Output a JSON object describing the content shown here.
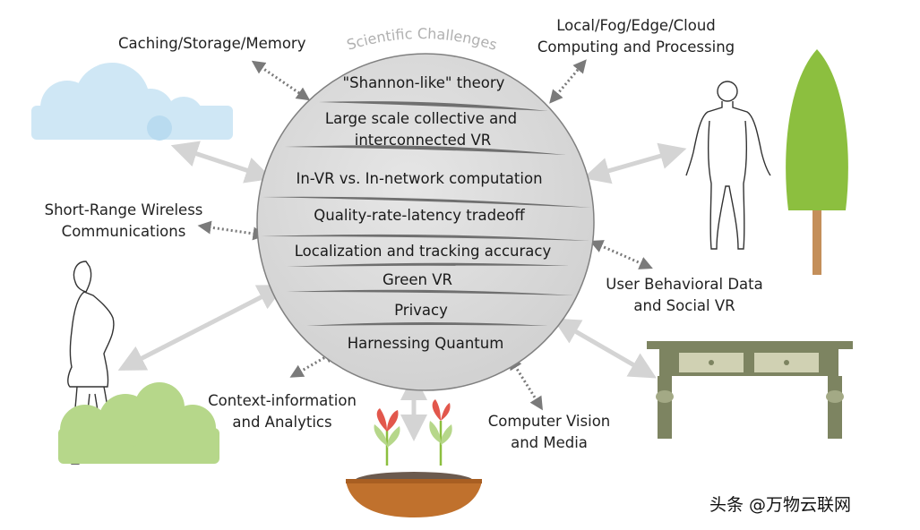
{
  "arc_title": "Scientific Challenges",
  "challenges": [
    "\"Shannon-like\" theory",
    "Large scale collective and",
    "interconnected VR",
    "In-VR vs. In-network computation",
    "Quality-rate-latency tradeoff",
    "Localization and tracking accuracy",
    "Green VR",
    "Privacy",
    "Harnessing Quantum"
  ],
  "labels": {
    "caching": "Caching/Storage/Memory",
    "computing_1": "Local/Fog/Edge/Cloud",
    "computing_2": "Computing and Processing",
    "wireless_1": "Short-Range Wireless",
    "wireless_2": "Communications",
    "behavior_1": "User Behavioral Data",
    "behavior_2": "and Social VR",
    "context_1": "Context-information",
    "context_2": "and Analytics",
    "vision_1": "Computer Vision",
    "vision_2": "and Media"
  },
  "watermark": "头条 @万物云联网",
  "colors": {
    "sphere": "#d9d9d9",
    "sphere_edge": "#808080",
    "arrow": "#d4d4d4",
    "dotted_arrow": "#7a7a7a",
    "cloud": "#cfe7f5",
    "tree": "#8cbf3f",
    "trunk": "#c48f5a",
    "bush": "#b6d78a",
    "table": "#7d8461",
    "pot": "#c0712d",
    "soil": "#6b5a4e",
    "flower": "#e2574c"
  }
}
